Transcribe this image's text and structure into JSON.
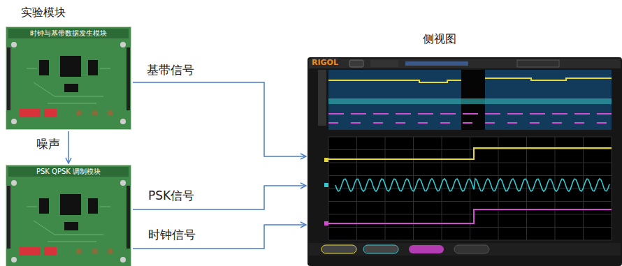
{
  "diagram": {
    "title": "实验模块",
    "nodes": [
      {
        "text": [
          "时钟与基带数据发生模块"
        ]
      },
      {
        "text": [
          "PSK QPSK 调制模块"
        ]
      },
      {
        "text": [
          "侧视图",
          "RIGOL"
        ]
      }
    ],
    "edges": [
      {
        "from": 0,
        "to": 1,
        "label": "噪声",
        "arrow": "to"
      },
      {
        "from": 0,
        "to": 2,
        "label": "基带信号",
        "arrow": "to"
      },
      {
        "from": 1,
        "to": 2,
        "label": "PSK信号",
        "arrow": "to"
      },
      {
        "from": 1,
        "to": 2,
        "label": "时钟信号",
        "arrow": "to"
      }
    ]
  }
}
